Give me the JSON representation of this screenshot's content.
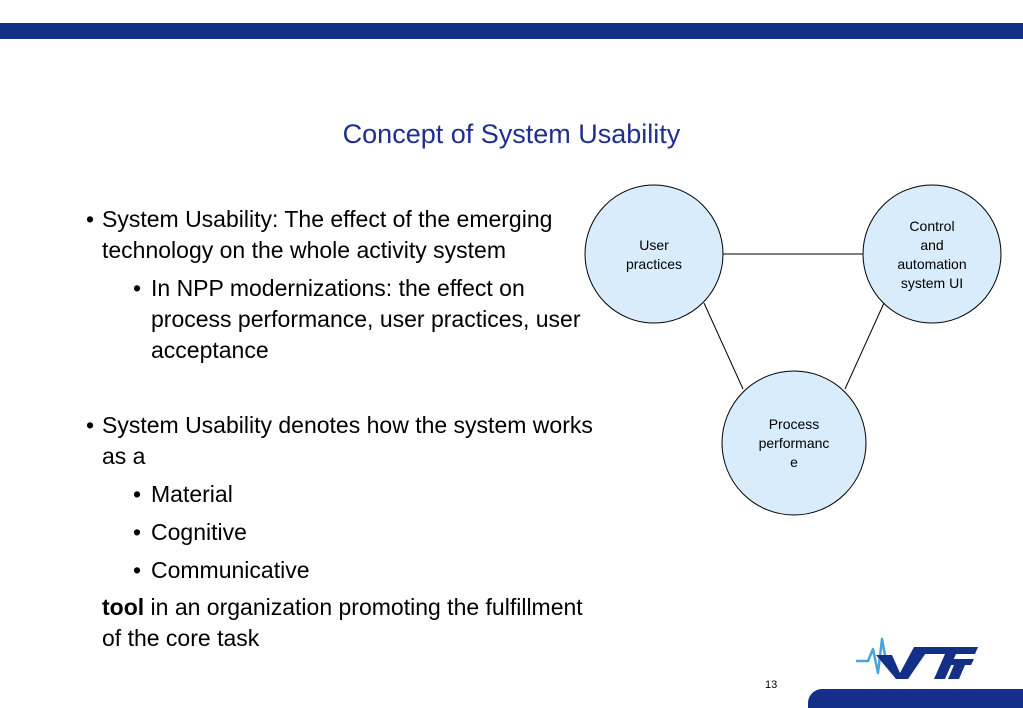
{
  "slide": {
    "title": "Concept of System Usability",
    "page_number": "13"
  },
  "content": {
    "bullet1": "System Usability: The effect of the emerging technology on the whole activity system",
    "bullet1_sub": "In NPP modernizations: the effect on process performance, user practices, user acceptance",
    "bullet2": "System Usability denotes how the system works as a",
    "bullet2_subs": [
      "Material",
      "Cognitive",
      "Communicative"
    ],
    "tool_bold": "tool",
    "tool_rest": " in an organization promoting the fulfillment of the core task"
  },
  "diagram": {
    "nodes": [
      {
        "lines": [
          "User",
          "practices"
        ]
      },
      {
        "lines": [
          "Control",
          "and",
          "automation",
          "system UI"
        ]
      },
      {
        "lines": [
          "Process",
          "performanc",
          "e"
        ]
      }
    ],
    "node_fill": "#d8ecfb",
    "node_stroke": "#000000"
  },
  "colors": {
    "brand_blue": "#132f88",
    "title_blue": "#1f2f8f"
  },
  "logo": {
    "text": "VTT",
    "icon": "vtt-logo"
  }
}
